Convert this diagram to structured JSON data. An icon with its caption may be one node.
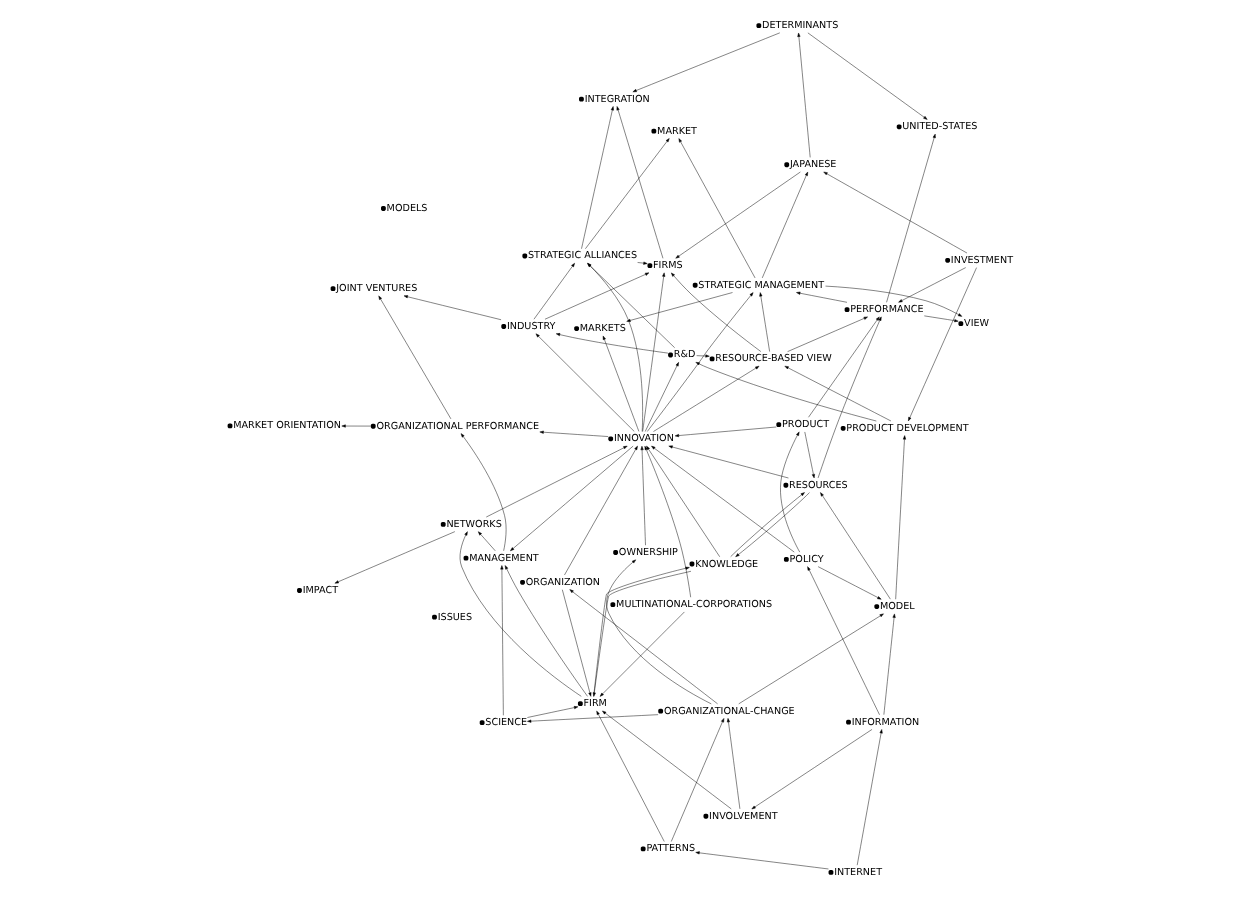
{
  "diagram": {
    "nodes": [
      {
        "text": [
          "INTERNET"
        ]
      },
      {
        "text": [
          "PATTERNS"
        ]
      },
      {
        "text": [
          "MULTINATIONAL-CORPORATIONS"
        ]
      },
      {
        "text": [
          "ORGANIZATION"
        ]
      },
      {
        "text": [
          "INFORMATION"
        ]
      },
      {
        "text": [
          "INVOLVEMENT"
        ]
      },
      {
        "text": [
          "SCIENCE"
        ]
      },
      {
        "text": [
          "ORGANIZATIONAL-CHANGE"
        ]
      },
      {
        "text": [
          "OWNERSHIP"
        ]
      },
      {
        "text": [
          "MODEL"
        ]
      },
      {
        "text": [
          "NETWORKS"
        ]
      },
      {
        "text": [
          "IMPACT"
        ]
      },
      {
        "text": [
          "KNOWLEDGE"
        ]
      },
      {
        "text": [
          "FIRM"
        ]
      },
      {
        "text": [
          "MANAGEMENT"
        ]
      },
      {
        "text": [
          "POLICY"
        ]
      },
      {
        "text": [
          "MARKET ORIENTATION"
        ]
      },
      {
        "text": [
          "ORGANIZATIONAL PERFORMANCE"
        ]
      },
      {
        "text": [
          "RESOURCES"
        ]
      },
      {
        "text": [
          "INNOVATION"
        ]
      },
      {
        "text": [
          "PRODUCT"
        ]
      },
      {
        "text": [
          "INDUSTRY"
        ]
      },
      {
        "text": [
          "JOINT VENTURES"
        ]
      },
      {
        "text": [
          "PRODUCT DEVELOPMENT"
        ]
      },
      {
        "text": [
          "INVESTMENT"
        ]
      },
      {
        "text": [
          "R&D"
        ]
      },
      {
        "text": [
          "STRATEGIC ALLIANCES"
        ]
      },
      {
        "text": [
          "RESOURCE-BASED VIEW"
        ]
      },
      {
        "text": [
          "MARKET"
        ]
      },
      {
        "text": [
          "STRATEGIC MANAGEMENT"
        ]
      },
      {
        "text": [
          "PERFORMANCE"
        ]
      },
      {
        "text": [
          "VIEW"
        ]
      },
      {
        "text": [
          "MODELS"
        ]
      },
      {
        "text": [
          "JAPANESE"
        ]
      },
      {
        "text": [
          "MARKETS"
        ]
      },
      {
        "text": [
          "DETERMINANTS"
        ]
      },
      {
        "text": [
          "FIRMS"
        ]
      },
      {
        "text": [
          "UNITED-STATES"
        ]
      },
      {
        "text": [
          "INTEGRATION"
        ]
      },
      {
        "text": [
          "ISSUES"
        ]
      }
    ],
    "edges": [
      {
        "from": 0,
        "to": 4,
        "arrow": "to"
      },
      {
        "from": 0,
        "to": 1,
        "arrow": "to"
      },
      {
        "from": 4,
        "to": 5,
        "arrow": "to"
      },
      {
        "from": 4,
        "to": 15,
        "arrow": "to"
      },
      {
        "from": 4,
        "to": 9,
        "arrow": "to"
      },
      {
        "from": 7,
        "to": 9,
        "arrow": "to"
      },
      {
        "from": 15,
        "to": 9,
        "arrow": "to"
      },
      {
        "from": 9,
        "to": 18,
        "arrow": "to"
      },
      {
        "from": 9,
        "to": 23,
        "arrow": "to"
      },
      {
        "from": 12,
        "to": 13,
        "arrow": "to"
      },
      {
        "from": 12,
        "to": 18,
        "arrow": "to"
      },
      {
        "from": 18,
        "to": 12,
        "arrow": "to"
      },
      {
        "from": 13,
        "to": 12,
        "arrow": "to"
      },
      {
        "from": 15,
        "to": 19,
        "arrow": "to"
      },
      {
        "from": 15,
        "to": 20,
        "arrow": "to"
      },
      {
        "from": 5,
        "to": 7,
        "arrow": "to"
      },
      {
        "from": 1,
        "to": 13,
        "arrow": "to"
      },
      {
        "from": 1,
        "to": 7,
        "arrow": "to"
      },
      {
        "from": 5,
        "to": 13,
        "arrow": "to"
      },
      {
        "from": 2,
        "to": 13,
        "arrow": "to"
      },
      {
        "from": 2,
        "to": 19,
        "arrow": "to"
      },
      {
        "from": 3,
        "to": 13,
        "arrow": "to"
      },
      {
        "from": 3,
        "to": 19,
        "arrow": "to"
      },
      {
        "from": 6,
        "to": 13,
        "arrow": "to"
      },
      {
        "from": 6,
        "to": 14,
        "arrow": "to"
      },
      {
        "from": 7,
        "to": 6,
        "arrow": "to"
      },
      {
        "from": 7,
        "to": 3,
        "arrow": "to"
      },
      {
        "from": 8,
        "to": 19,
        "arrow": "to"
      },
      {
        "from": 7,
        "to": 8,
        "arrow": "to"
      },
      {
        "from": 10,
        "to": 19,
        "arrow": "to"
      },
      {
        "from": 14,
        "to": 10,
        "arrow": "to"
      },
      {
        "from": 13,
        "to": 10,
        "arrow": "to"
      },
      {
        "from": 10,
        "to": 11,
        "arrow": "to"
      },
      {
        "from": 17,
        "to": 16,
        "arrow": "to"
      },
      {
        "from": 19,
        "to": 14,
        "arrow": "to"
      },
      {
        "from": 13,
        "to": 14,
        "arrow": "to"
      },
      {
        "from": 19,
        "to": 17,
        "arrow": "to"
      },
      {
        "from": 14,
        "to": 17,
        "arrow": "to"
      },
      {
        "from": 19,
        "to": 21,
        "arrow": "to"
      },
      {
        "from": 21,
        "to": 22,
        "arrow": "to"
      },
      {
        "from": 17,
        "to": 22,
        "arrow": "to"
      },
      {
        "from": 19,
        "to": 26,
        "arrow": "to"
      },
      {
        "from": 21,
        "to": 26,
        "arrow": "to"
      },
      {
        "from": 26,
        "to": 28,
        "arrow": "to"
      },
      {
        "from": 29,
        "to": 28,
        "arrow": "to"
      },
      {
        "from": 23,
        "to": 25,
        "arrow": "to"
      },
      {
        "from": 25,
        "to": 26,
        "arrow": "to"
      },
      {
        "from": 25,
        "to": 21,
        "arrow": "to"
      },
      {
        "from": 19,
        "to": 25,
        "arrow": "to"
      },
      {
        "from": 18,
        "to": 19,
        "arrow": "to"
      },
      {
        "from": 12,
        "to": 19,
        "arrow": "to"
      },
      {
        "from": 20,
        "to": 19,
        "arrow": "to"
      },
      {
        "from": 20,
        "to": 18,
        "arrow": "to"
      },
      {
        "from": 24,
        "to": 23,
        "arrow": "to"
      },
      {
        "from": 23,
        "to": 27,
        "arrow": "to"
      },
      {
        "from": 19,
        "to": 27,
        "arrow": "to"
      },
      {
        "from": 25,
        "to": 27,
        "arrow": "to"
      },
      {
        "from": 20,
        "to": 30,
        "arrow": "to"
      },
      {
        "from": 24,
        "to": 30,
        "arrow": "to"
      },
      {
        "from": 18,
        "to": 30,
        "arrow": "to"
      },
      {
        "from": 27,
        "to": 30,
        "arrow": "to"
      },
      {
        "from": 30,
        "to": 29,
        "arrow": "to"
      },
      {
        "from": 27,
        "to": 29,
        "arrow": "to"
      },
      {
        "from": 19,
        "to": 29,
        "arrow": "to"
      },
      {
        "from": 30,
        "to": 31,
        "arrow": "to"
      },
      {
        "from": 29,
        "to": 31,
        "arrow": "to"
      },
      {
        "from": 29,
        "to": 34,
        "arrow": "to"
      },
      {
        "from": 19,
        "to": 34,
        "arrow": "to"
      },
      {
        "from": 29,
        "to": 33,
        "arrow": "to"
      },
      {
        "from": 33,
        "to": 35,
        "arrow": "to"
      },
      {
        "from": 35,
        "to": 37,
        "arrow": "to"
      },
      {
        "from": 30,
        "to": 37,
        "arrow": "to"
      },
      {
        "from": 24,
        "to": 33,
        "arrow": "to"
      },
      {
        "from": 21,
        "to": 36,
        "arrow": "to"
      },
      {
        "from": 26,
        "to": 36,
        "arrow": "to"
      },
      {
        "from": 33,
        "to": 36,
        "arrow": "to"
      },
      {
        "from": 27,
        "to": 36,
        "arrow": "to"
      },
      {
        "from": 35,
        "to": 38,
        "arrow": "to"
      },
      {
        "from": 36,
        "to": 38,
        "arrow": "to"
      },
      {
        "from": 26,
        "to": 38,
        "arrow": "to"
      },
      {
        "from": 19,
        "to": 36,
        "arrow": "to"
      }
    ]
  }
}
